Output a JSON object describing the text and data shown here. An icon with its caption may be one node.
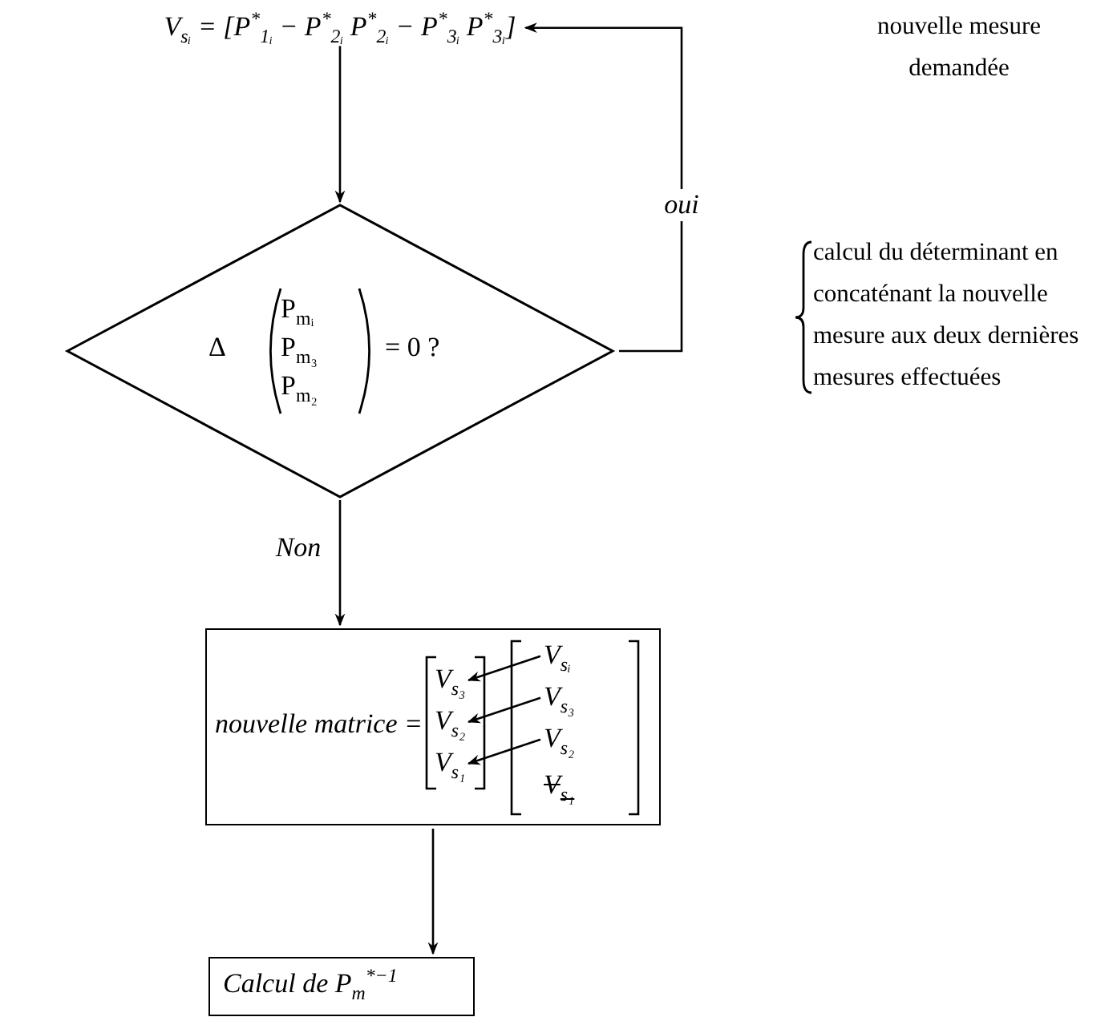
{
  "diagram": {
    "nodes": [
      {
        "text": [
          "V$_{sᵢ}$ = [P$^{*}$$_{1ᵢ}$ − P$^{*}$$_{2ᵢ}$ P$^{*}$$_{2ᵢ}$ − P$^{*}$$_{3ᵢ}$ P$^{*}$$_{3ᵢ}$]"
        ]
      },
      {
        "text": [
          "Δ",
          "P$_{mᵢ}$",
          "P$_{m₃}$",
          "P$_{m₂}$",
          "= 0 ?"
        ]
      },
      {
        "text": [
          "nouvelle matrice ="
        ]
      },
      {
        "text": [
          "V$_{s₃}$"
        ],
        "in": 2
      },
      {
        "text": [
          "V$_{s₂}$"
        ],
        "in": 2
      },
      {
        "text": [
          "V$_{s₁}$"
        ],
        "in": 2
      },
      {
        "text": [
          "V$_{sᵢ}$"
        ],
        "in": 2
      },
      {
        "text": [
          "V$_{s₃}$"
        ],
        "in": 2
      },
      {
        "text": [
          "V$_{s₂}$"
        ],
        "in": 2
      },
      {
        "text": [
          "V$_{s₁}$"
        ],
        "in": 2
      },
      {
        "text": [
          "Calcul de P$_{m}$$^{*−1}$"
        ]
      }
    ],
    "edges": [
      {
        "from": 0,
        "to": 1,
        "arrow": "to"
      },
      {
        "from": 1,
        "to": 0,
        "arrow": "to",
        "label": "oui"
      },
      {
        "from": 1,
        "to": 2,
        "arrow": "to",
        "label": "Non"
      },
      {
        "from": 2,
        "to": 10,
        "arrow": "to"
      },
      {
        "from": 6,
        "to": 3,
        "arrow": "to"
      },
      {
        "from": 7,
        "to": 4,
        "arrow": "to"
      },
      {
        "from": 8,
        "to": 5,
        "arrow": "to"
      }
    ],
    "labels": [
      "nouvelle mesure demandée",
      "calcul du déterminant en concaténant la nouvelle mesure aux deux dernières mesures effectuées"
    ]
  }
}
